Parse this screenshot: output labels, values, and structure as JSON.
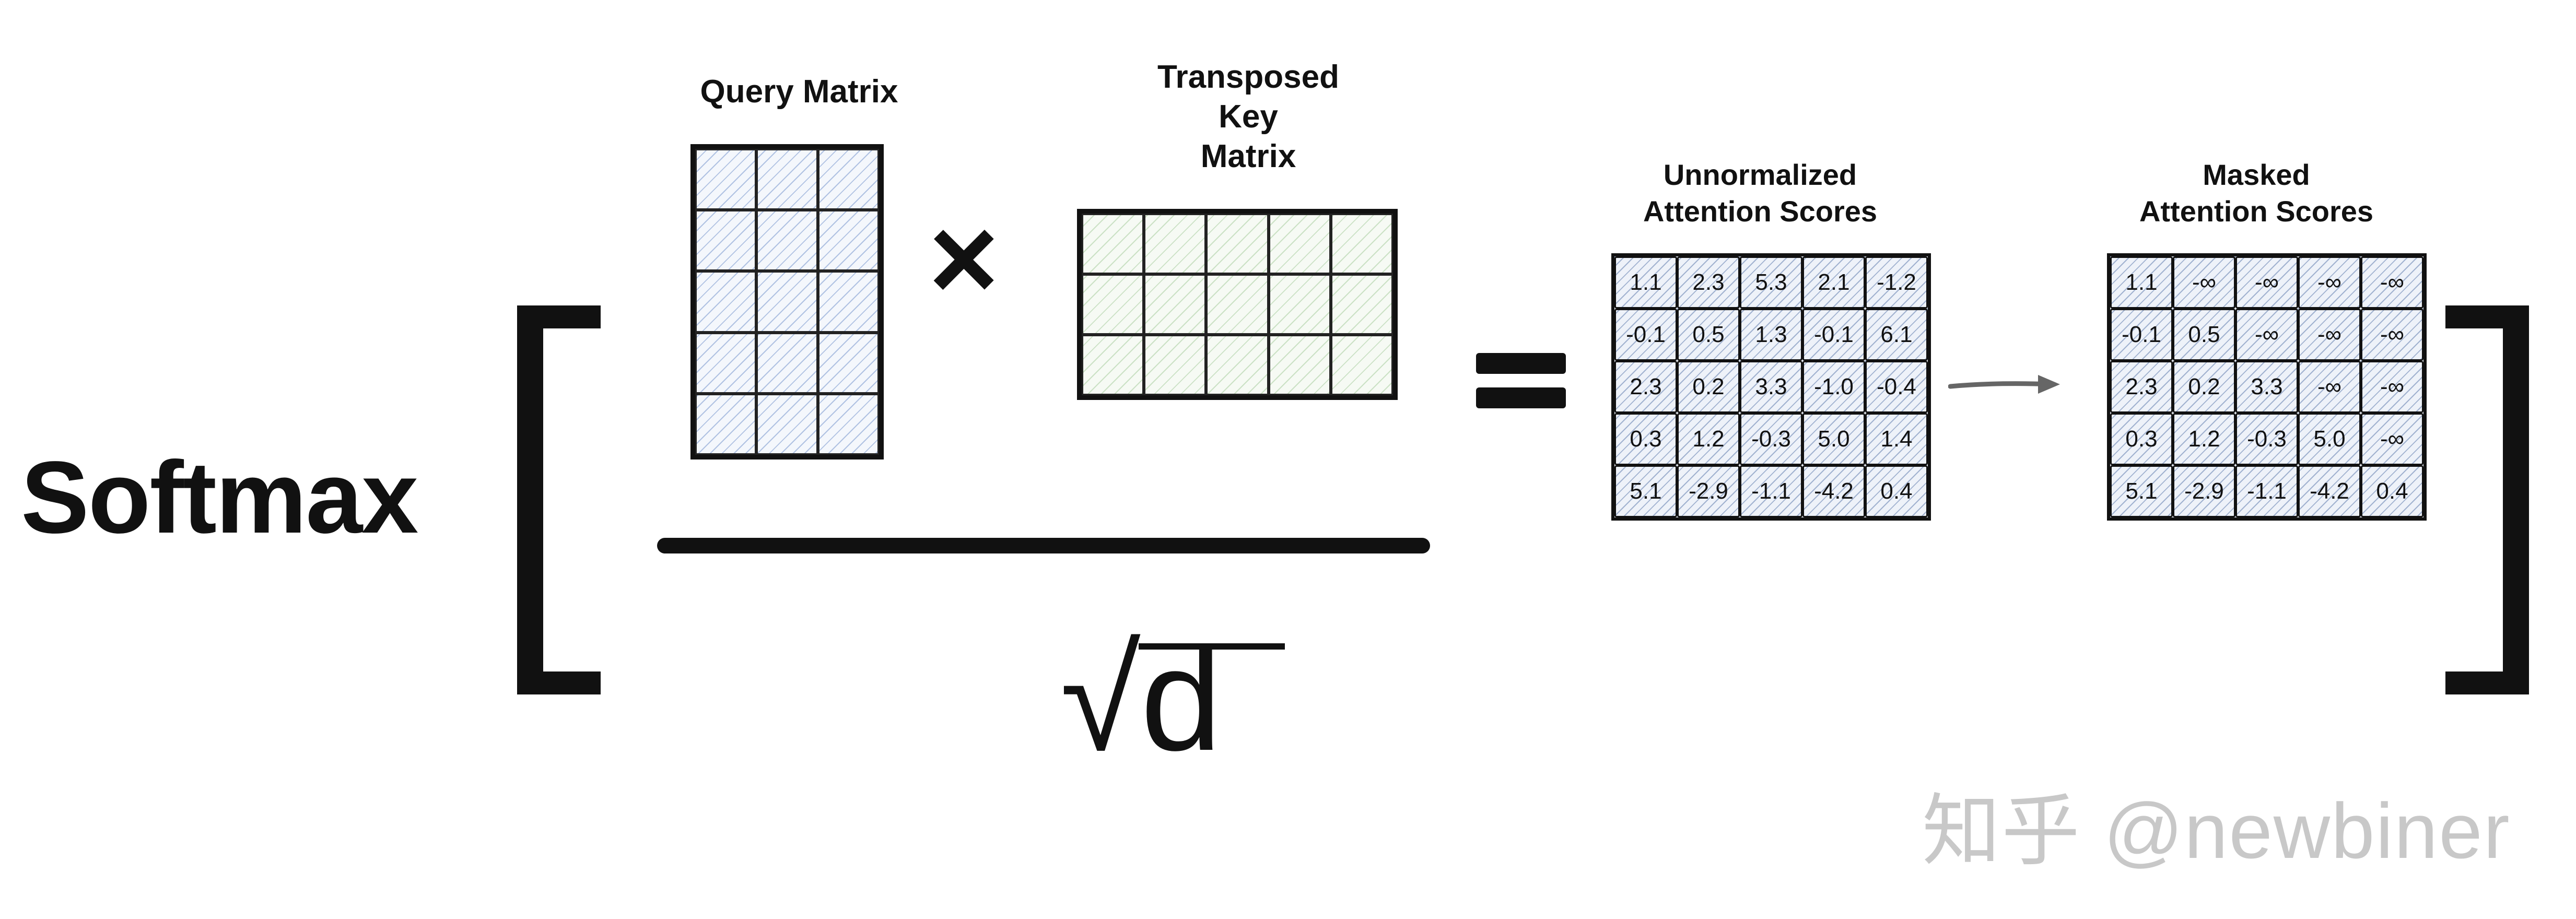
{
  "operator": "Softmax",
  "query": {
    "title": "Query Matrix",
    "rows": 5,
    "cols": 3
  },
  "key": {
    "title": "Transposed\nKey\nMatrix",
    "rows": 3,
    "cols": 5
  },
  "times_symbol": "×",
  "denominator": "√d",
  "unnormalized": {
    "title": "Unnormalized\nAttention Scores",
    "values": [
      [
        "1.1",
        "2.3",
        "5.3",
        "2.1",
        "-1.2"
      ],
      [
        "-0.1",
        "0.5",
        "1.3",
        "-0.1",
        "6.1"
      ],
      [
        "2.3",
        "0.2",
        "3.3",
        "-1.0",
        "-0.4"
      ],
      [
        "0.3",
        "1.2",
        "-0.3",
        "5.0",
        "1.4"
      ],
      [
        "5.1",
        "-2.9",
        "-1.1",
        "-4.2",
        "0.4"
      ]
    ]
  },
  "masked": {
    "title": "Masked\nAttention Scores",
    "values": [
      [
        "1.1",
        "-∞",
        "-∞",
        "-∞",
        "-∞"
      ],
      [
        "-0.1",
        "0.5",
        "-∞",
        "-∞",
        "-∞"
      ],
      [
        "2.3",
        "0.2",
        "3.3",
        "-∞",
        "-∞"
      ],
      [
        "0.3",
        "1.2",
        "-0.3",
        "5.0",
        "-∞"
      ],
      [
        "5.1",
        "-2.9",
        "-1.1",
        "-4.2",
        "0.4"
      ]
    ]
  },
  "watermark": "知乎 @newbiner",
  "colors": {
    "ink": "#111111",
    "query_hatch": "#7896cd",
    "key_hatch": "#96c38c",
    "arrow": "#666666",
    "watermark": "#c8c8c8"
  }
}
